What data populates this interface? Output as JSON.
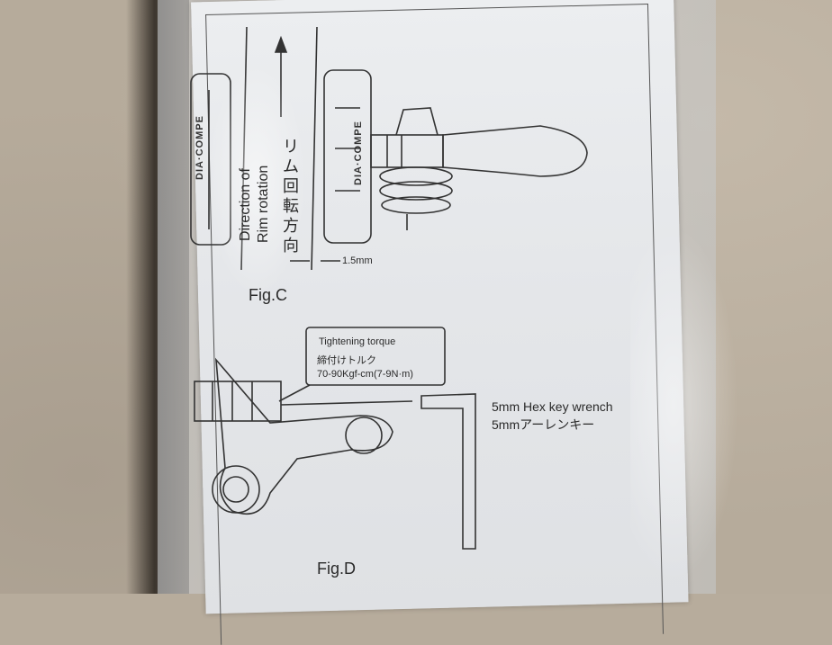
{
  "figure_c": {
    "label": "Fig.C",
    "direction_en_line1": "Direction of",
    "direction_en_line2": "Rim rotation",
    "direction_ja": [
      "リ",
      "ム",
      "回",
      "転",
      "方",
      "向"
    ],
    "gap": "1.5mm",
    "brand_left": "DIA·COMPE",
    "brand_right": "DIA·COMPE"
  },
  "figure_d": {
    "label": "Fig.D",
    "torque_en": "Tightening torque",
    "torque_ja": "締付けトルク",
    "torque_value": "70-90Kgf-cm(7-9N·m)",
    "tool_en": "5mm Hex key wrench",
    "tool_ja": "5mmアーレンキー"
  },
  "colors": {
    "ink": "#2a2a2a",
    "paper": "#e6e8eb",
    "surface": "#b6ab9b"
  }
}
